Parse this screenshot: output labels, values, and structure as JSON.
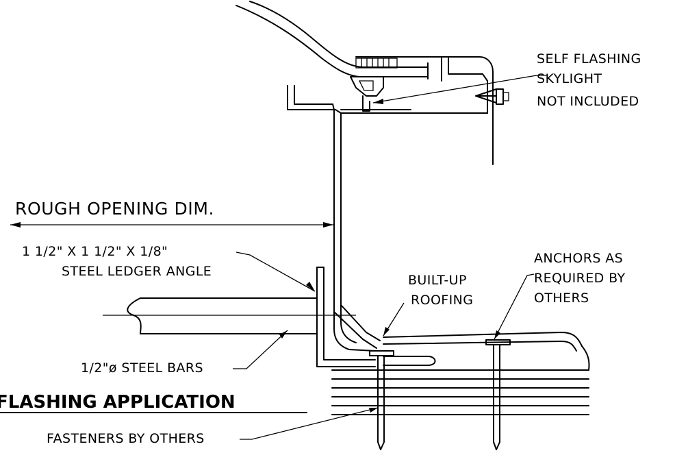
{
  "labels": {
    "self_flashing_1": "SELF FLASHING",
    "self_flashing_2": "SKYLIGHT",
    "self_flashing_3": "NOT INCLUDED",
    "rough_opening": "ROUGH OPENING DIM.",
    "ledger_1": "1 1/2\" X 1 1/2\" X 1/8\"",
    "ledger_2": "STEEL LEDGER ANGLE",
    "built_up_1": "BUILT-UP",
    "built_up_2": "ROOFING",
    "anchors_1": "ANCHORS AS",
    "anchors_2": "REQUIRED BY",
    "anchors_3": "OTHERS",
    "steel_bars": "1/2\"ø STEEL BARS",
    "fasteners": "FASTENERS BY OTHERS"
  },
  "title": "FLASHING APPLICATION"
}
